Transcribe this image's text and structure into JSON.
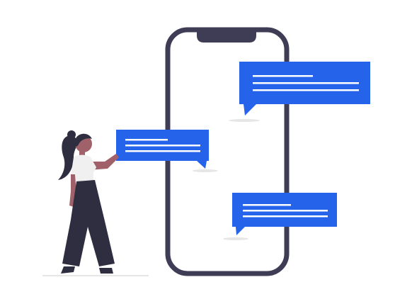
{
  "colors": {
    "background": "#ffffff",
    "phone_frame": "#3f3d56",
    "bubble": "#2563eb",
    "bubble_lines": "#ffffff",
    "person_skin": "#a0616a",
    "person_hair": "#2f2e41",
    "person_shirt": "#f0f0f0",
    "person_pants": "#2f2e41",
    "shadow": "#e6e6e6"
  },
  "icons": {
    "phone": "smartphone-outline-icon",
    "message": "chat-bubble-icon",
    "person": "woman-standing-illustration"
  },
  "bubbles": [
    {
      "id": "top-right",
      "lines": 3,
      "tail": "bottom-left"
    },
    {
      "id": "left-held",
      "lines": 3,
      "tail": "bottom-right"
    },
    {
      "id": "bottom-right",
      "lines": 3,
      "tail": "bottom-left"
    }
  ]
}
